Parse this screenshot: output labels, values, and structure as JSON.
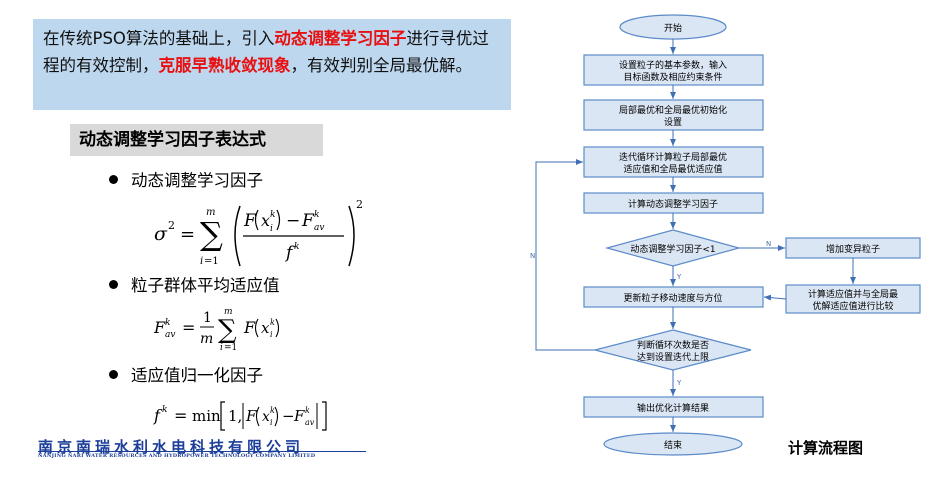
{
  "intro": {
    "p1": "在传统PSO算法的基础上，引入",
    "h1": "动态调整学习因子",
    "p2": "进行寻优过程的有效控制，",
    "h2": "克服早熟收敛现象",
    "p3": "，有效判别全局最优解。"
  },
  "section_title": "动态调整学习因子表达式",
  "bullets": [
    "动态调整学习因子",
    "粒子群体平均适应值",
    "适应值归一化因子"
  ],
  "logo": {
    "cn": "南京南瑞水利水电科技有限公司",
    "en": "NANJING NARI WATER RESOURCES AND HYDROPOWER TECHNOLOGY COMPANY LIMITED"
  },
  "flowchart": {
    "start": "开始",
    "step1a": "设置粒子的基本参数，输入",
    "step1b": "目标函数及相应约束条件",
    "step2a": "局部最优和全局最优初始化",
    "step2b": "设置",
    "step3a": "迭代循环计算粒子局部最优",
    "step3b": "适应值和全局最优适应值",
    "step4": "计算动态调整学习因子",
    "dec1": "动态调整学习因子<1",
    "step5": "更新粒子移动速度与方位",
    "mut": "增加变异粒子",
    "cmpa": "计算适应值并与全局最",
    "cmpb": "优解适应值进行比较",
    "dec2a": "判断循环次数是否",
    "dec2b": "达到设置迭代上限",
    "step6": "输出优化计算结果",
    "end": "结束",
    "n": "N",
    "y": "Y"
  },
  "caption": "计算流程图"
}
